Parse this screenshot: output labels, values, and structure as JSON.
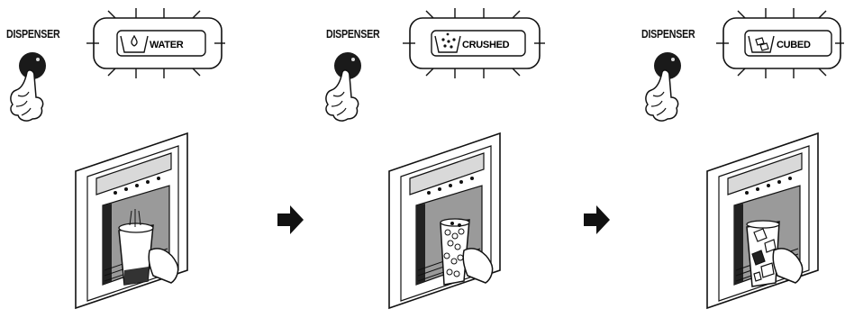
{
  "panels": [
    {
      "button_label": "DISPENSER",
      "mode_label": "WATER",
      "mode_icon": "water-drop-cup-icon",
      "cup_contents": "water"
    },
    {
      "button_label": "DISPENSER",
      "mode_label": "CRUSHED",
      "mode_icon": "crushed-ice-cup-icon",
      "cup_contents": "crushed-ice"
    },
    {
      "button_label": "DISPENSER",
      "mode_label": "CUBED",
      "mode_icon": "ice-cube-cup-icon",
      "cup_contents": "ice-cubes"
    }
  ],
  "flow_arrow_icon": "right-arrow-icon",
  "colors": {
    "ink": "#111111",
    "button": "#1a1a1a",
    "panel_gray": "#d9d9d9",
    "background": "#ffffff"
  }
}
